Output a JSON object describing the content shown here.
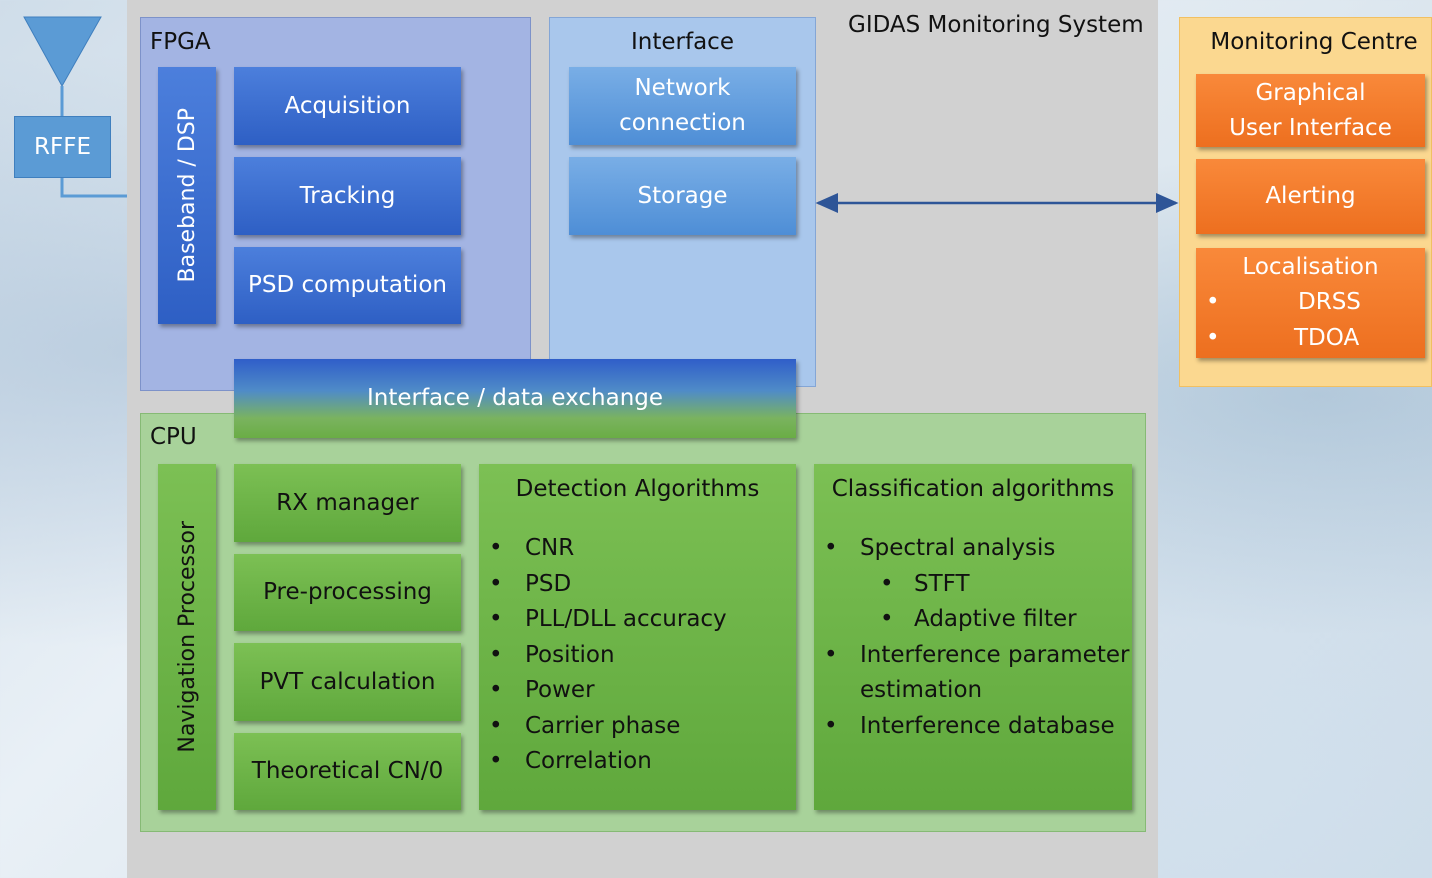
{
  "title": "GIDAS Monitoring System",
  "rffe": "RFFE",
  "fpga": {
    "label": "FPGA",
    "baseband": "Baseband / DSP",
    "blocks": [
      "Acquisition",
      "Tracking",
      "PSD computation"
    ]
  },
  "interface": {
    "label": "Interface",
    "blocks": [
      "Network connection",
      "Storage"
    ]
  },
  "bridge": "Interface / data exchange",
  "cpu": {
    "label": "CPU",
    "nav_processor": "Navigation Processor",
    "blocks": [
      "RX manager",
      "Pre-processing",
      "PVT calculation",
      "Theoretical CN/0"
    ],
    "detection": {
      "title": "Detection Algorithms",
      "items": [
        "CNR",
        "PSD",
        "PLL/DLL accuracy",
        "Position",
        "Power",
        "Carrier phase",
        "Correlation"
      ]
    },
    "classification": {
      "title": "Classification algorithms",
      "items": [
        "Spectral analysis",
        "STFT",
        "Adaptive filter",
        "Interference parameter",
        "estimation",
        "Interference database"
      ]
    }
  },
  "monitoring": {
    "label": "Monitoring Centre",
    "gui": "Graphical User Interface",
    "alerting": "Alerting",
    "localisation": {
      "title": "Localisation",
      "items": [
        "DRSS",
        "TDOA"
      ]
    }
  },
  "colors": {
    "fpga_bg": "#a3b4e3",
    "interface_bg": "#a9c7ec",
    "cpu_bg": "#a8d29a",
    "monitoring_bg": "#fbd890",
    "block_blue": "#3566cc",
    "block_green": "#6db248",
    "block_orange": "#f27a2a"
  }
}
